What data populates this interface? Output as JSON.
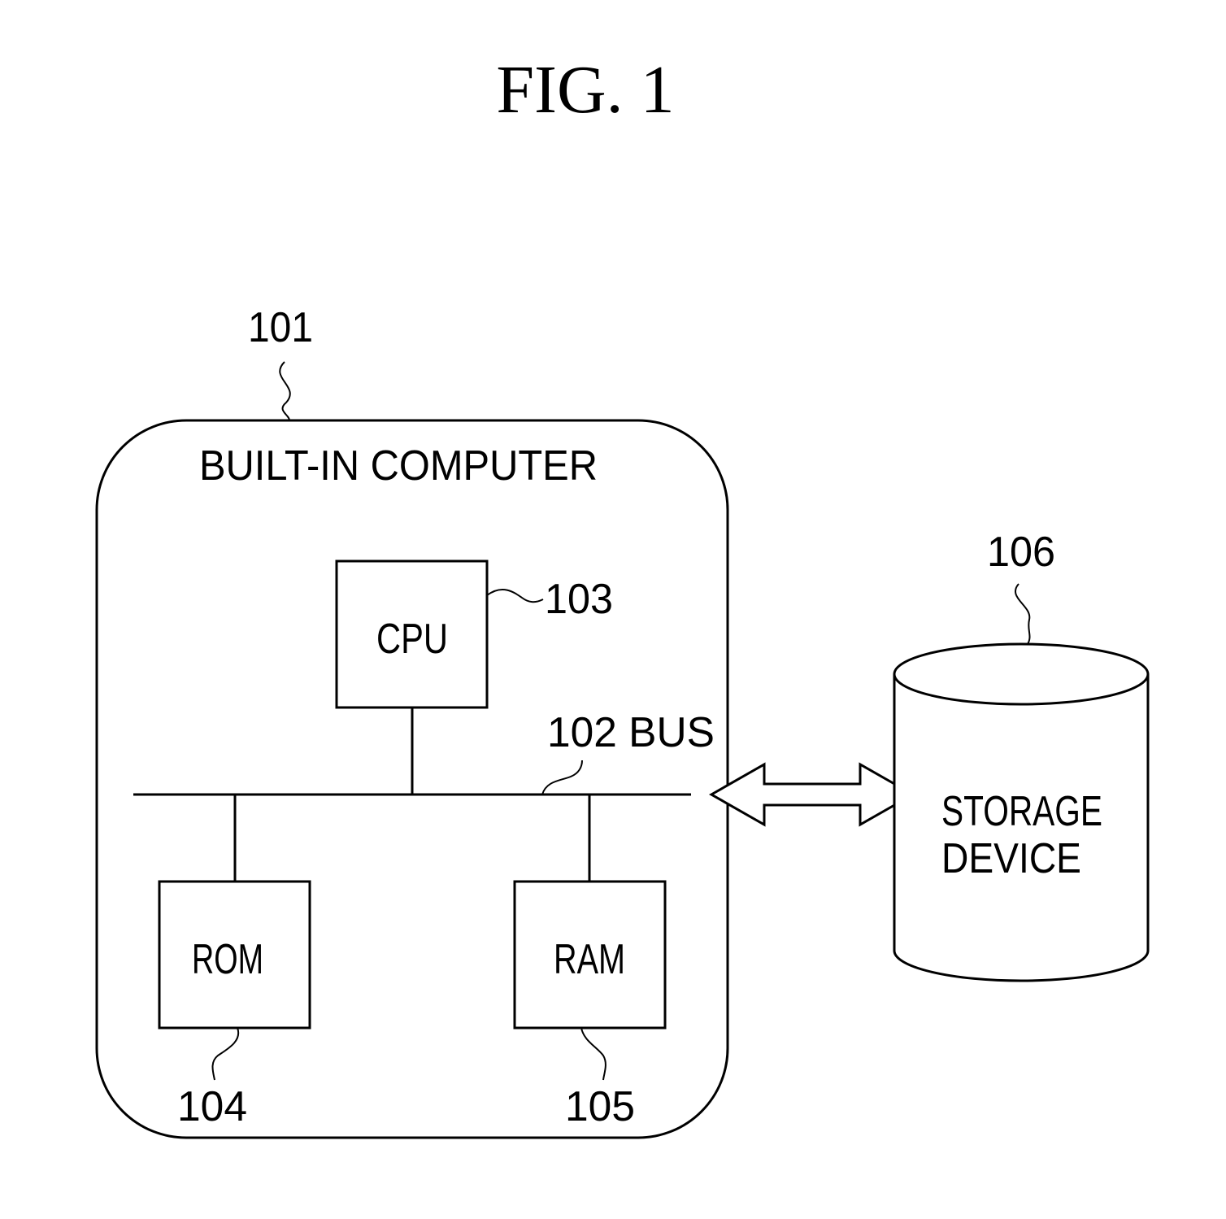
{
  "figure": {
    "title": "FIG. 1"
  },
  "computer": {
    "ref": "101",
    "label": "BUILT-IN COMPUTER"
  },
  "cpu": {
    "ref": "103",
    "label": "CPU"
  },
  "bus": {
    "label": "102 BUS"
  },
  "rom": {
    "ref": "104",
    "label": "ROM"
  },
  "ram": {
    "ref": "105",
    "label": "RAM"
  },
  "storage": {
    "ref": "106",
    "label_line1": "STORAGE",
    "label_line2": "DEVICE"
  },
  "connection": {
    "type": "bidirectional"
  }
}
